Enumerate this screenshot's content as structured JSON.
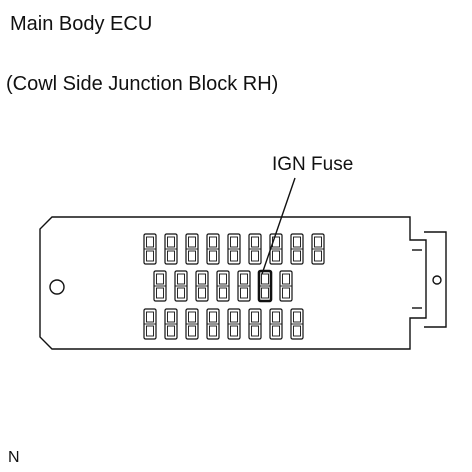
{
  "title": "Main Body ECU",
  "subtitle": "(Cowl Side Junction Block RH)",
  "callout": {
    "label": "IGN Fuse"
  },
  "corner_mark": "N",
  "fuse_block": {
    "rows": [
      {
        "count": 9,
        "highlight_index": -1
      },
      {
        "count": 7,
        "highlight_index": 5
      },
      {
        "count": 8,
        "highlight_index": -1
      }
    ]
  }
}
